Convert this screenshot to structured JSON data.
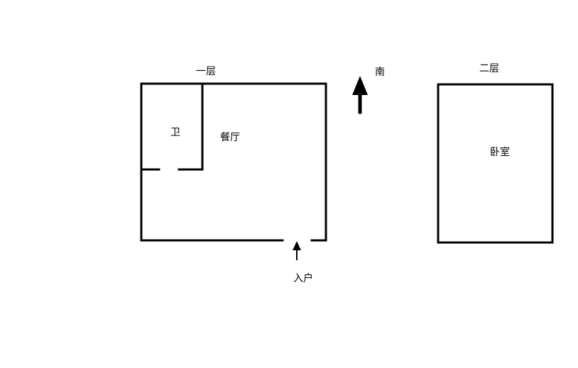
{
  "floors": {
    "first": {
      "label": "一层",
      "rooms": {
        "bathroom": "卫",
        "dining": "餐厅"
      },
      "entrance_label": "入户"
    },
    "second": {
      "label": "二层",
      "rooms": {
        "bedroom": "卧室"
      }
    }
  },
  "compass": {
    "label": "南",
    "direction": "up"
  },
  "colors": {
    "line": "#000000",
    "background": "#ffffff"
  }
}
